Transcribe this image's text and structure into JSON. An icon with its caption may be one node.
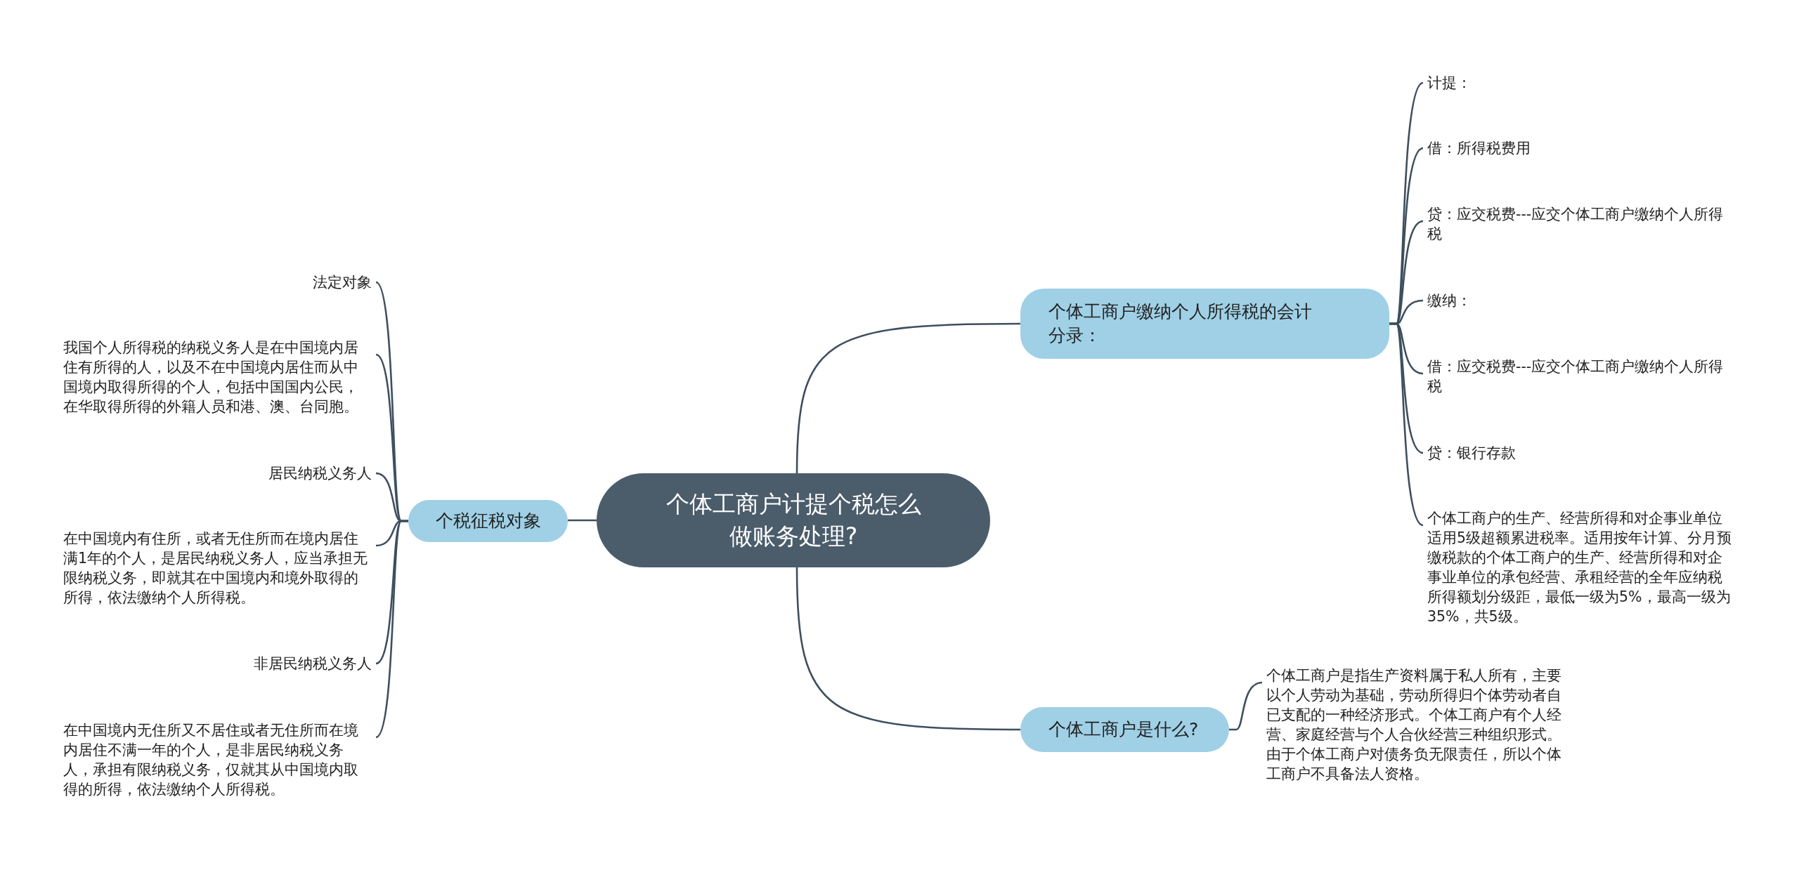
{
  "diagram": {
    "nodes": [
      {
        "text": [
          "个体工商户计提个税怎么做账务处理?"
        ]
      },
      {
        "text": [
          "个体工商户缴纳个人所得税的会计分录："
        ]
      },
      {
        "text": [
          "个税征税对象"
        ]
      },
      {
        "text": [
          "个体工商户是什么?"
        ]
      },
      {
        "text": [
          "计提："
        ]
      },
      {
        "text": [
          "借：所得税费用"
        ]
      },
      {
        "text": [
          "贷：应交税费---应交个体工商户缴纳个人所得税"
        ]
      },
      {
        "text": [
          "缴纳："
        ]
      },
      {
        "text": [
          "借：应交税费---应交个体工商户缴纳个人所得税"
        ]
      },
      {
        "text": [
          "贷：银行存款"
        ]
      },
      {
        "text": [
          "个体工商户的生产、经营所得和对企事业单位适用5级超额累进税率。适用按年计算、分月预缴税款的个体工商户的生产、经营所得和对企事业单位的承包经营、承租经营的全年应纳税所得额划分级距，最低一级为5%，最高一级为35%，共5级。"
        ]
      },
      {
        "text": [
          "法定对象"
        ]
      },
      {
        "text": [
          "我国个人所得税的纳税义务人是在中国境内居住有所得的人，以及不在中国境内居住而从中国境内取得所得的个人，包括中国国内公民，在华取得所得的外籍人员和港、澳、台同胞。"
        ]
      },
      {
        "text": [
          "居民纳税义务人"
        ]
      },
      {
        "text": [
          "在中国境内有住所，或者无住所而在境内居住满1年的个人，是居民纳税义务人，应当承担无限纳税义务，即就其在中国境内和境外取得的所得，依法缴纳个人所得税。"
        ]
      },
      {
        "text": [
          "非居民纳税义务人"
        ]
      },
      {
        "text": [
          "在中国境内无住所又不居住或者无住所而在境内居住不满一年的个人，是非居民纳税义务人，承担有限纳税义务，仅就其从中国境内取得的所得，依法缴纳个人所得税。"
        ]
      },
      {
        "text": [
          "个体工商户是指生产资料属于私人所有，主要以个人劳动为基础，劳动所得归个体劳动者自已支配的一种经济形式。个体工商户有个人经营、家庭经营与个人合伙经营三种组织形式。由于个体工商户对债务负无限责任，所以个体工商户不具备法人资格。"
        ]
      }
    ],
    "edges": [
      {
        "from": 0,
        "to": 1,
        "arrow": "none"
      },
      {
        "from": 0,
        "to": 2,
        "arrow": "none"
      },
      {
        "from": 0,
        "to": 3,
        "arrow": "none"
      },
      {
        "from": 1,
        "to": 4,
        "arrow": "none"
      },
      {
        "from": 1,
        "to": 5,
        "arrow": "none"
      },
      {
        "from": 1,
        "to": 6,
        "arrow": "none"
      },
      {
        "from": 1,
        "to": 7,
        "arrow": "none"
      },
      {
        "from": 1,
        "to": 8,
        "arrow": "none"
      },
      {
        "from": 1,
        "to": 9,
        "arrow": "none"
      },
      {
        "from": 1,
        "to": 10,
        "arrow": "none"
      },
      {
        "from": 2,
        "to": 11,
        "arrow": "none"
      },
      {
        "from": 2,
        "to": 12,
        "arrow": "none"
      },
      {
        "from": 2,
        "to": 13,
        "arrow": "none"
      },
      {
        "from": 2,
        "to": 14,
        "arrow": "none"
      },
      {
        "from": 2,
        "to": 15,
        "arrow": "none"
      },
      {
        "from": 2,
        "to": 16,
        "arrow": "none"
      },
      {
        "from": 3,
        "to": 17,
        "arrow": "none"
      }
    ]
  }
}
